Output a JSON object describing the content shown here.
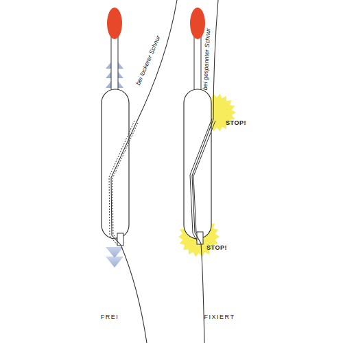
{
  "diagram": {
    "labels": [
      "bei lockerer Schnur",
      "bei gespannter Schnur",
      "STOP!",
      "STOP!",
      "FREI",
      "FIXIERT"
    ]
  }
}
